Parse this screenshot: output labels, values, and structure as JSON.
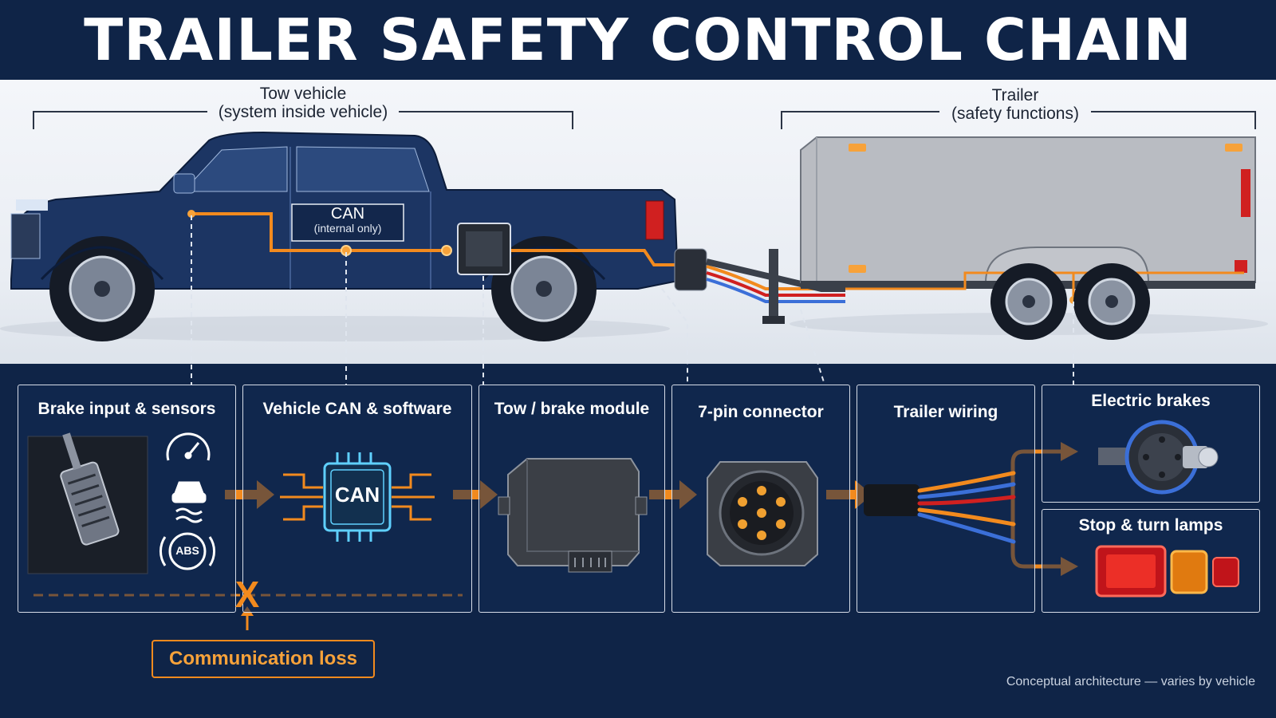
{
  "title": "TRAILER SAFETY CONTROL CHAIN",
  "scene": {
    "tow_vehicle_label": "Tow vehicle",
    "tow_vehicle_sublabel": "(system inside vehicle)",
    "trailer_label": "Trailer",
    "trailer_sublabel": "(safety functions)",
    "can_label": "CAN",
    "can_sublabel": "(internal only)"
  },
  "stages": [
    {
      "id": "brake-input",
      "title": "Brake input & sensors",
      "icons": [
        "speedometer-icon",
        "skid-car-icon",
        "abs-icon"
      ],
      "abs_text": "ABS"
    },
    {
      "id": "vehicle-can",
      "title": "Vehicle CAN & software",
      "chip_text": "CAN"
    },
    {
      "id": "brake-module",
      "title": "Tow / brake module"
    },
    {
      "id": "connector",
      "title": "7-pin connector"
    },
    {
      "id": "wiring",
      "title": "Trailer wiring"
    },
    {
      "id": "electric-brakes",
      "title": "Electric brakes"
    },
    {
      "id": "lamps",
      "title": "Stop & turn lamps"
    }
  ],
  "fault": {
    "marker": "X",
    "label": "Communication loss"
  },
  "footnote": "Conceptual architecture — varies by vehicle",
  "colors": {
    "navy": "#0f2447",
    "accent_orange": "#f28a1e",
    "chip_blue": "#5fd0ff"
  }
}
